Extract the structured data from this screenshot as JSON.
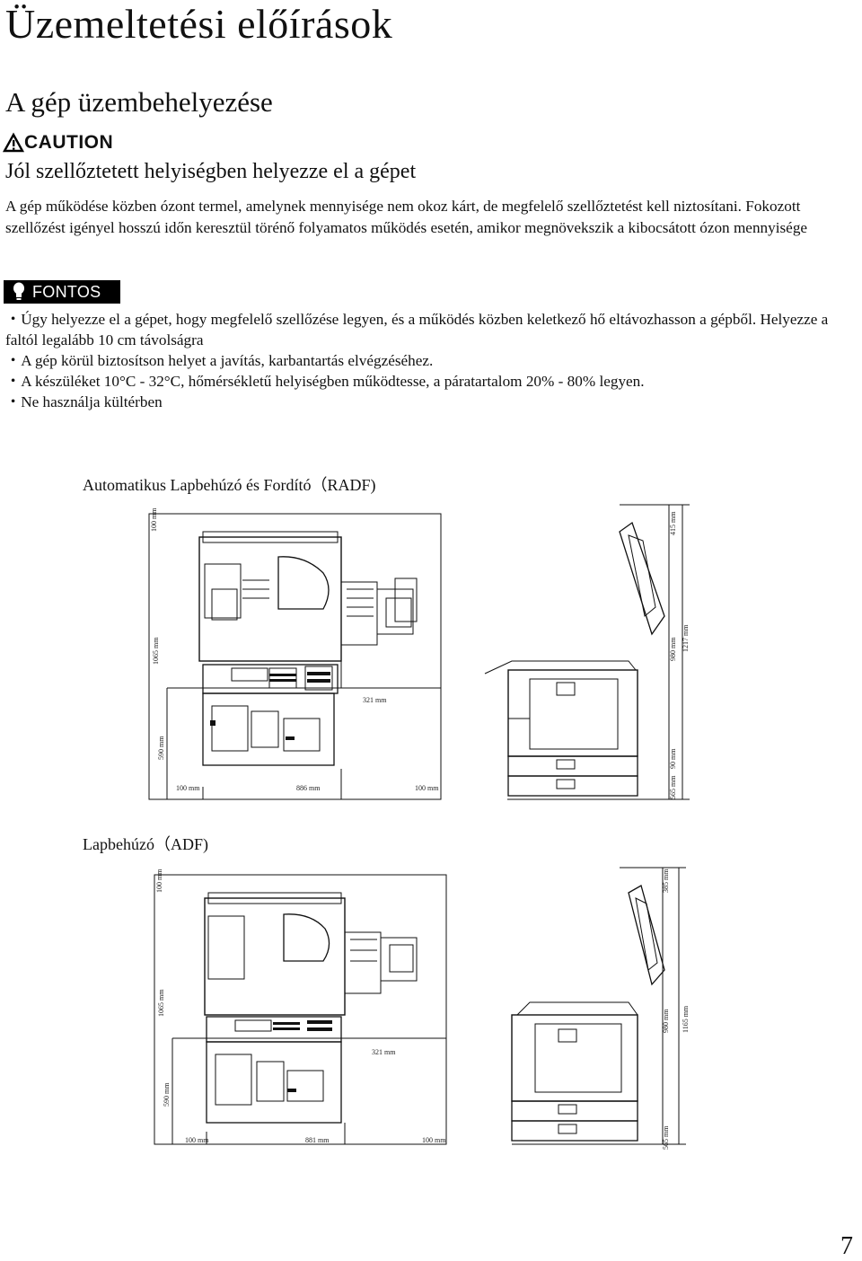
{
  "title": "Üzemeltetési előírások",
  "section": "A gép üzembehelyezése",
  "caution_label": "CAUTION",
  "subtitle": "Jól szellőztetett helyiségben helyezze el a gépet",
  "intro": "A gép működése közben ózont termel, amelynek mennyisége nem okoz kárt, de megfelelő szellőztetést kell niztosítani. Fokozott szellőzést igényel hosszú időn keresztül törénő folyamatos működés esetén, amikor megnövekszik a kibocsátott ózon mennyisége",
  "important_label": "FONTOS",
  "bullets": [
    "・Úgy helyezze el a gépet, hogy megfelelő szellőzése legyen, és a működés közben keletkező hő eltávozhasson a gépből. Helyezze a faltól legalább 10 cm távolságra",
    "・A gép körül biztosítson helyet a javítás, karbantartás elvégzéséhez.",
    "・A készüléket 10°C - 32°C, hőmérsékletű helyiségben működtesse, a páratartalom  20% - 80% legyen.",
    "・Ne használja kültérben"
  ],
  "diagram_radf": {
    "title": "Automatikus Lapbehúzó és Fordító（RADF)",
    "dim_top_clearance": "100 mm",
    "dim_depth_total": "1065 mm",
    "dim_depth_body": "590 mm",
    "dim_right_offset": "321 mm",
    "dim_left": "100 mm",
    "dim_width": "886 mm",
    "dim_right": "100 mm",
    "dim_height_top": "415 mm",
    "dim_height_body": "1217 mm",
    "dim_height_mid": "980 mm",
    "dim_height_stand": "90 mm",
    "dim_height_base": "565 mm"
  },
  "diagram_adf": {
    "title": "Lapbehúzó（ADF)",
    "dim_top_clearance": "100 mm",
    "dim_depth_total": "1065 mm",
    "dim_depth_body": "590 mm",
    "dim_right_offset": "321 mm",
    "dim_left": "100 mm",
    "dim_width": "881 mm",
    "dim_right": "100 mm",
    "dim_height_top": "385 mm",
    "dim_height_body": "1165 mm",
    "dim_height_mid": "980 mm",
    "dim_height_base": "565 mm"
  },
  "page_number": "7"
}
